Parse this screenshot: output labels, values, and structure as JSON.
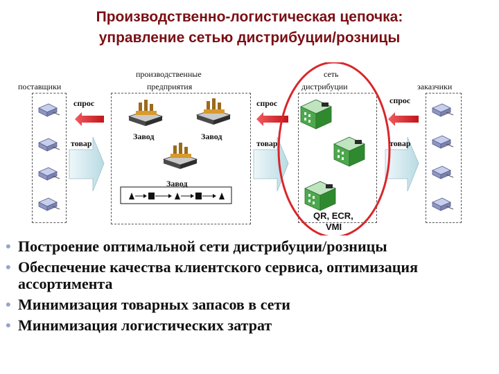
{
  "slide": {
    "title_line1": "Производственно-логистическая цепочка:",
    "title_line2": "управление сетью дистрибуции/розницы"
  },
  "diagram": {
    "suppliers_label": "поставщики",
    "producers_label_line1": "производственные",
    "producers_label_line2": "предприятия",
    "distribution_label_line1": "сеть",
    "distribution_label_line2": "дистрибуции",
    "customers_label": "заказчики",
    "demand_label": "спрос",
    "goods_label": "товар",
    "plant_label": "Завод",
    "distribution_caption_line1": "QR, ECR,",
    "distribution_caption_line2": "VMI"
  },
  "bullets": [
    {
      "text": "Построение оптимальной сети дистрибуции/розницы"
    },
    {
      "text": "Обеспечение качества клиентского сервиса, оптимизация ассортимента"
    },
    {
      "text": "Минимизация товарных запасов в сети"
    },
    {
      "text": "Минимизация логистических затрат"
    }
  ],
  "colors": {
    "title": "#7a0f14",
    "demand_arrow": "#d9262b",
    "goods_arrow": "#cfe6ec",
    "highlight_ellipse": "#d9262b",
    "warehouse": "#3b9a3b"
  }
}
